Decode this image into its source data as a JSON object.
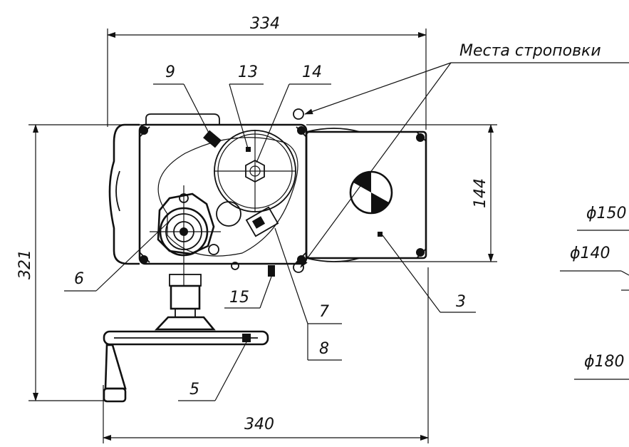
{
  "dimensions": {
    "top_width": "334",
    "bottom_width": "340",
    "height_left": "321",
    "height_right": "144",
    "diam_150": "ϕ150",
    "diam_140": "ϕ140",
    "diam_180": "ϕ180"
  },
  "labels": {
    "slinging_points": "Места строповки",
    "l3": "3",
    "l5": "5",
    "l6": "6",
    "l7": "7",
    "l8": "8",
    "l9": "9",
    "l13": "13",
    "l14": "14",
    "l15": "15"
  }
}
